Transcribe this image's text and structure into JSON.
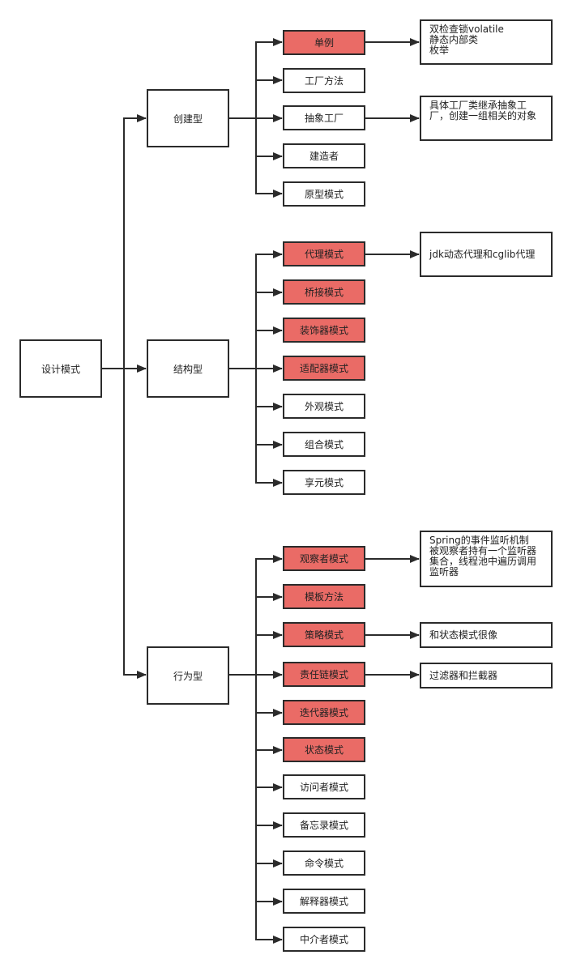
{
  "root": "设计模式",
  "categories": {
    "creational": {
      "label": "创建型",
      "items": [
        {
          "label": "单例",
          "highlight": true,
          "note": [
            "双检查锁volatile",
            "静态内部类",
            "枚举"
          ]
        },
        {
          "label": "工厂方法",
          "highlight": false
        },
        {
          "label": "抽象工厂",
          "highlight": false,
          "note": [
            "具体工厂类继承抽象工厂，创建一组相关的对象"
          ]
        },
        {
          "label": "建造者",
          "highlight": false
        },
        {
          "label": "原型模式",
          "highlight": false
        }
      ]
    },
    "structural": {
      "label": "结构型",
      "items": [
        {
          "label": "代理模式",
          "highlight": true,
          "note": [
            "jdk动态代理和cglib代理"
          ]
        },
        {
          "label": "桥接模式",
          "highlight": true
        },
        {
          "label": "装饰器模式",
          "highlight": true
        },
        {
          "label": "适配器模式",
          "highlight": true
        },
        {
          "label": "外观模式",
          "highlight": false
        },
        {
          "label": "组合模式",
          "highlight": false
        },
        {
          "label": "享元模式",
          "highlight": false
        }
      ]
    },
    "behavioral": {
      "label": "行为型",
      "items": [
        {
          "label": "观察者模式",
          "highlight": true,
          "note": [
            "Spring的事件监听机制",
            "被观察者持有一个监听器集合，线程池中遍历调用监听器"
          ]
        },
        {
          "label": "模板方法",
          "highlight": true
        },
        {
          "label": "策略模式",
          "highlight": true,
          "note": [
            "和状态模式很像"
          ]
        },
        {
          "label": "责任链模式",
          "highlight": true,
          "note": [
            "过滤器和拦截器"
          ]
        },
        {
          "label": "迭代器模式",
          "highlight": true
        },
        {
          "label": "状态模式",
          "highlight": true
        },
        {
          "label": "访问者模式",
          "highlight": false
        },
        {
          "label": "备忘录模式",
          "highlight": false
        },
        {
          "label": "命令模式",
          "highlight": false
        },
        {
          "label": "解释器模式",
          "highlight": false
        },
        {
          "label": "中介者模式",
          "highlight": false
        }
      ]
    }
  },
  "colors": {
    "highlight": "#ea6b66",
    "stroke": "#2b2b2b",
    "background": "#ffffff"
  }
}
